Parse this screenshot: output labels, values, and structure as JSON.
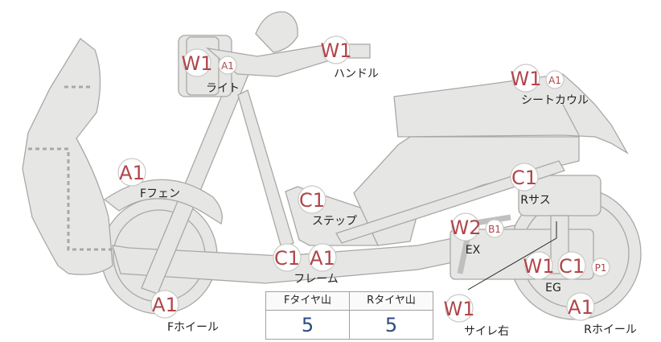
{
  "colors": {
    "part_fill": "#e6e6e4",
    "part_stroke": "#a8a8a6",
    "badge_text": "#b0454a",
    "label_text": "#222222",
    "tread_value_text": "#2c4a82"
  },
  "parts": [
    {
      "id": "light",
      "label": "ライト",
      "badges": [
        {
          "code": "W1",
          "sub": "A1"
        }
      ]
    },
    {
      "id": "handle",
      "label": "ハンドル",
      "badges": [
        {
          "code": "W1"
        }
      ]
    },
    {
      "id": "seat-cowl",
      "label": "シートカウル",
      "badges": [
        {
          "code": "W1",
          "sub": "A1"
        }
      ]
    },
    {
      "id": "front-fender",
      "label": "Fフェン",
      "badges": [
        {
          "code": "A1"
        }
      ]
    },
    {
      "id": "step",
      "label": "ステップ",
      "badges": [
        {
          "code": "C1"
        }
      ]
    },
    {
      "id": "rear-suspension",
      "label": "Rサス",
      "badges": [
        {
          "code": "C1"
        }
      ]
    },
    {
      "id": "exhaust",
      "label": "EX",
      "badges": [
        {
          "code": "W2",
          "sub": "B1"
        }
      ]
    },
    {
      "id": "frame",
      "label": "フレーム",
      "badges": [
        {
          "code": "C1"
        },
        {
          "code": "A1"
        }
      ]
    },
    {
      "id": "engine",
      "label": "EG",
      "badges": [
        {
          "code": "W1"
        },
        {
          "code": "C1",
          "sub": "P1"
        }
      ]
    },
    {
      "id": "front-wheel",
      "label": "Fホイール",
      "badges": [
        {
          "code": "A1"
        }
      ]
    },
    {
      "id": "silencer-right",
      "label": "サイレ右",
      "badges": [
        {
          "code": "W1"
        }
      ]
    },
    {
      "id": "rear-wheel",
      "label": "Rホイール",
      "badges": [
        {
          "code": "A1"
        }
      ]
    }
  ],
  "tread_table": {
    "columns": [
      {
        "header": "Fタイヤ山",
        "value": "5"
      },
      {
        "header": "Rタイヤ山",
        "value": "5"
      }
    ]
  }
}
